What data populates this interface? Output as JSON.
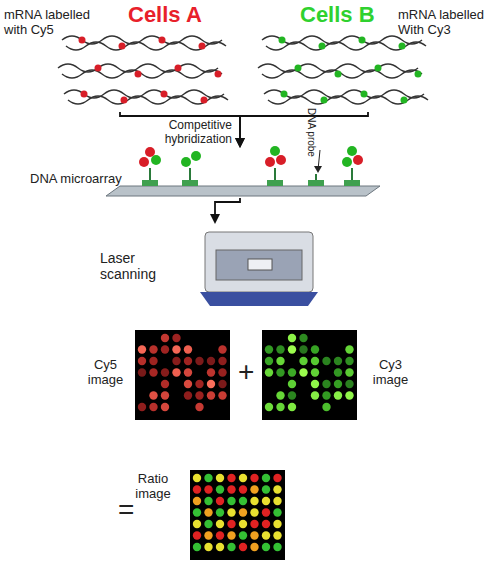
{
  "diagram": {
    "nodes": [
      {
        "text": [
          "Cells A",
          "mRNA labelled with Cy5"
        ]
      },
      {
        "text": [
          "Cells B",
          "mRNA labelled With Cy3"
        ]
      },
      {
        "text": [
          "DNA microarray"
        ]
      },
      {
        "text": [
          "Laser scanning"
        ]
      },
      {
        "text": [
          "Cy5 image"
        ]
      },
      {
        "text": [
          "Cy3 image"
        ]
      },
      {
        "text": [
          "Ratio image"
        ]
      }
    ],
    "edges": [
      {
        "from": 0,
        "to": 2,
        "arrow": "to",
        "label": "Competitive hybridization"
      },
      {
        "from": 1,
        "to": 2,
        "arrow": "to"
      },
      {
        "from": 2,
        "to": 3,
        "arrow": "to"
      }
    ],
    "labels": [
      "DNA probe",
      "+",
      "="
    ]
  }
}
